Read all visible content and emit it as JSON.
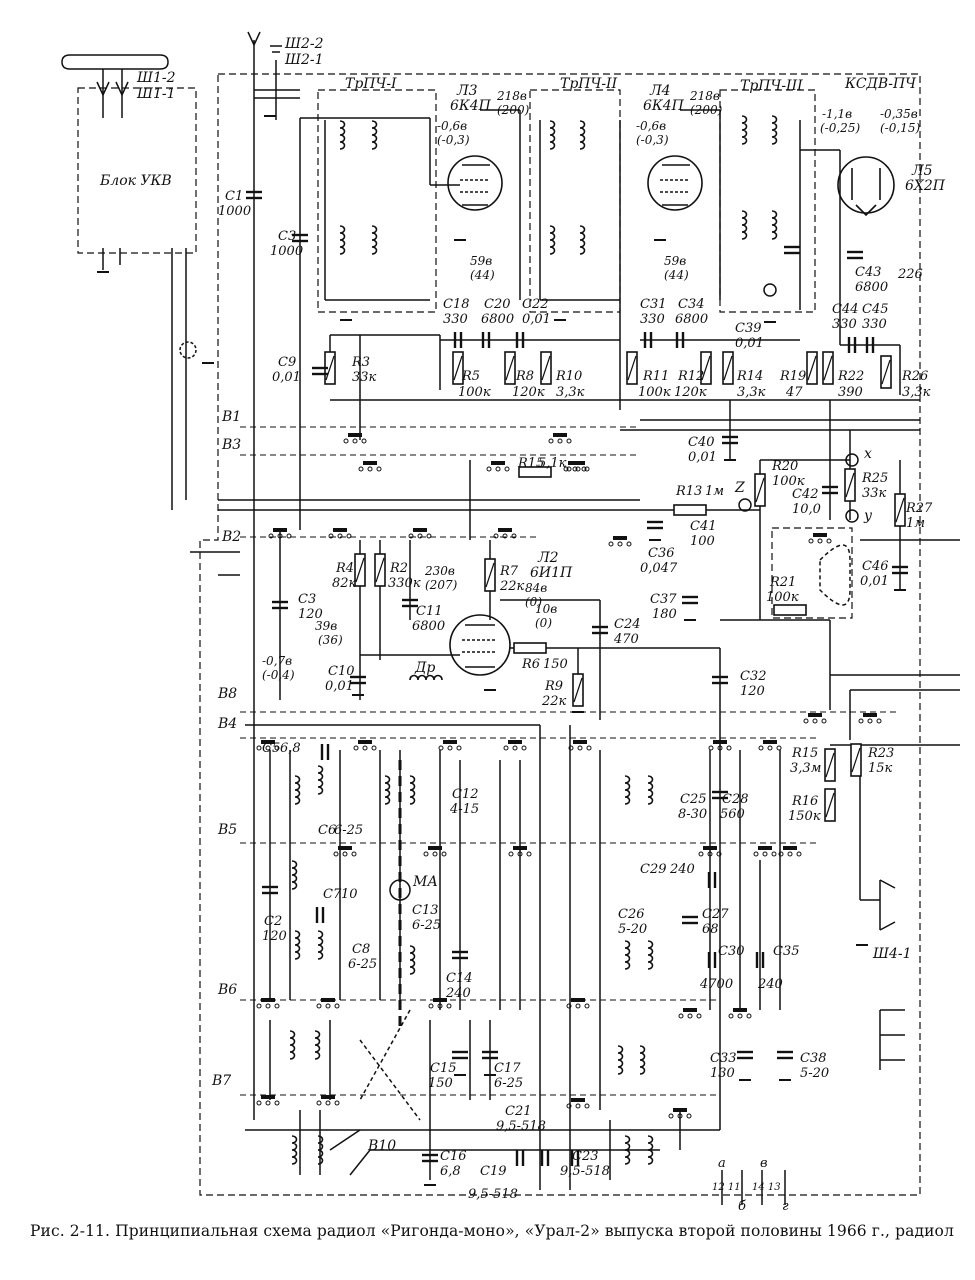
{
  "blocks": {
    "ukv": "Блок УКВ",
    "ksdv": "КСДВ-ПЧ",
    "trpch1": "ТрПЧ-I",
    "trpch2": "ТрПЧ-II",
    "trpch3": "ТрПЧ-III"
  },
  "connectors": {
    "sh1_2": "Ш1-2",
    "sh1_1": "Ш1-1",
    "sh2_2": "Ш2-2",
    "sh2_1": "Ш2-1",
    "sh4_1": "Ш4-1"
  },
  "tubes": [
    {
      "ref": "Л3",
      "type": "6К4П",
      "anode": "218в",
      "anode_alt": "(200)",
      "grid": "-0,6в",
      "grid_alt": "(-0,3)",
      "cathode": "59в",
      "cathode_alt": "(44)"
    },
    {
      "ref": "Л4",
      "type": "6К4П",
      "anode": "218в",
      "anode_alt": "(200)",
      "grid": "-0,6в",
      "grid_alt": "(-0,3)",
      "cathode": "59в",
      "cathode_alt": "(44)"
    },
    {
      "ref": "Л5",
      "type": "6Х2П",
      "grid": "-1,1в",
      "grid_alt": "(-0,25)",
      "anode": "-0,35в",
      "anode_alt": "(-0,15)"
    },
    {
      "ref": "Л2",
      "type": "6И1П",
      "anode": "230в",
      "anode_alt": "(207)",
      "screen": "84в",
      "screen_alt": "(0)",
      "grid": "10в",
      "grid_alt": "(0)",
      "cathode": "39в",
      "cathode_alt": "(36)",
      "bias": "-0,7в",
      "bias_alt": "(-0,4)"
    }
  ],
  "components": [
    {
      "ref": "C1",
      "value": "1000"
    },
    {
      "ref": "C3",
      "value": "1000"
    },
    {
      "ref": "C9",
      "value": "0,01"
    },
    {
      "ref": "R3",
      "value": "33к"
    },
    {
      "ref": "C18",
      "value": "330"
    },
    {
      "ref": "C20",
      "value": "6800"
    },
    {
      "ref": "R5",
      "value": "100к"
    },
    {
      "ref": "R8",
      "value": "120к"
    },
    {
      "ref": "C22",
      "value": "0,01"
    },
    {
      "ref": "R10",
      "value": "3,3к"
    },
    {
      "ref": "C31",
      "value": "330"
    },
    {
      "ref": "C34",
      "value": "6800"
    },
    {
      "ref": "R11",
      "value": "100к"
    },
    {
      "ref": "R12",
      "value": "120к"
    },
    {
      "ref": "R14",
      "value": "3,3к"
    },
    {
      "ref": "C39",
      "value": "0,01"
    },
    {
      "ref": "R19",
      "value": "47"
    },
    {
      "ref": "R22",
      "value": "390"
    },
    {
      "ref": "C43",
      "value": "6800"
    },
    {
      "ref": "C44",
      "value": "330"
    },
    {
      "ref": "C45",
      "value": "330"
    },
    {
      "ref": "R26",
      "value": "3,3к"
    },
    {
      "ref": "C40",
      "value": "0,01"
    },
    {
      "ref": "R20",
      "value": "100к"
    },
    {
      "ref": "C42",
      "value": "10,0"
    },
    {
      "ref": "R25",
      "value": "33к"
    },
    {
      "ref": "R27",
      "value": "1м"
    },
    {
      "ref": "C46",
      "value": "0,01"
    },
    {
      "ref": "R13",
      "value": "1м"
    },
    {
      "ref": "R15",
      "value": "5,1к"
    },
    {
      "ref": "C41",
      "value": "100"
    },
    {
      "ref": "C36",
      "value": "0,047"
    },
    {
      "ref": "C37",
      "value": "180"
    },
    {
      "ref": "R21",
      "value": "100к"
    },
    {
      "ref": "R4",
      "value": "82к"
    },
    {
      "ref": "R2",
      "value": "330к"
    },
    {
      "ref": "C11",
      "value": "6800"
    },
    {
      "ref": "R7",
      "value": "22к"
    },
    {
      "ref": "C3",
      "value": "120"
    },
    {
      "ref": "C10",
      "value": "0,01"
    },
    {
      "ref": "C24",
      "value": "470"
    },
    {
      "ref": "R6",
      "value": "150"
    },
    {
      "ref": "R9",
      "value": "22к"
    },
    {
      "ref": "C32",
      "value": "120"
    },
    {
      "ref": "R15",
      "value": "3,3м"
    },
    {
      "ref": "R23",
      "value": "15к"
    },
    {
      "ref": "R16",
      "value": "150к"
    },
    {
      "ref": "C5",
      "value": "6,8"
    },
    {
      "ref": "C6",
      "value": "6-25"
    },
    {
      "ref": "C12",
      "value": "4-15"
    },
    {
      "ref": "C25",
      "value": "8-30"
    },
    {
      "ref": "C28",
      "value": "560"
    },
    {
      "ref": "C7",
      "value": "10"
    },
    {
      "ref": "C2",
      "value": "120"
    },
    {
      "ref": "C8",
      "value": "6-25"
    },
    {
      "ref": "C13",
      "value": "6-25"
    },
    {
      "ref": "C14",
      "value": "240"
    },
    {
      "ref": "C29",
      "value": "240"
    },
    {
      "ref": "C26",
      "value": "5-20"
    },
    {
      "ref": "C27",
      "value": "68"
    },
    {
      "ref": "C30",
      "value": "4700"
    },
    {
      "ref": "C35",
      "value": "240"
    },
    {
      "ref": "C15",
      "value": "150"
    },
    {
      "ref": "C17",
      "value": "6-25"
    },
    {
      "ref": "C33",
      "value": "130"
    },
    {
      "ref": "C38",
      "value": "5-20"
    },
    {
      "ref": "C16",
      "value": "6,8"
    },
    {
      "ref": "C19",
      "value": "9,5-518"
    },
    {
      "ref": "C21",
      "value": "9,5-518"
    },
    {
      "ref": "C23",
      "value": "9,5-518"
    }
  ],
  "switch_sections": [
    "В1",
    "В3",
    "В2",
    "В8",
    "В4",
    "В5",
    "В6",
    "В7",
    "В10"
  ],
  "other_labels": {
    "choke": "Др",
    "meter": "МА",
    "node_x": "х",
    "node_y": "у",
    "node_z": "Z",
    "diode_226": "226"
  },
  "legend_pairs": [
    {
      "letter": "а",
      "pins": "12 11"
    },
    {
      "letter": "б",
      "pins": ""
    },
    {
      "letter": "в",
      "pins": "14 13"
    },
    {
      "letter": "г",
      "pins": ""
    }
  ],
  "caption": "Рис. 2-11. Принципиальная схема радиол «Ригонда-моно», «Урал-2» выпуска второй половины 1966 г., радиол"
}
